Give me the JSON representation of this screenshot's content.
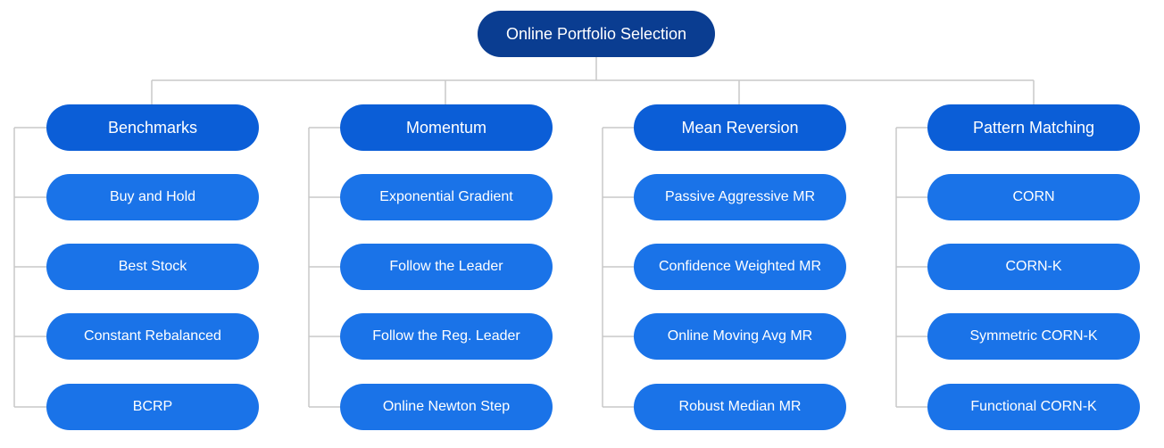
{
  "root": {
    "label": "Online Portfolio Selection"
  },
  "categories": [
    {
      "label": "Benchmarks",
      "items": [
        "Buy and Hold",
        "Best Stock",
        "Constant Rebalanced",
        "BCRP"
      ]
    },
    {
      "label": "Momentum",
      "items": [
        "Exponential Gradient",
        "Follow the Leader",
        "Follow the Reg. Leader",
        "Online Newton Step"
      ]
    },
    {
      "label": "Mean Reversion",
      "items": [
        "Passive Aggressive MR",
        "Confidence Weighted MR",
        "Online Moving Avg MR",
        "Robust Median MR"
      ]
    },
    {
      "label": "Pattern Matching",
      "items": [
        "CORN",
        "CORN-K",
        "Symmetric CORN-K",
        "Functional CORN-K"
      ]
    }
  ],
  "colors": {
    "root": "#0a3d91",
    "category": "#0b5ed7",
    "leaf": "#1a73e8",
    "connector": "#c8c8c8"
  }
}
